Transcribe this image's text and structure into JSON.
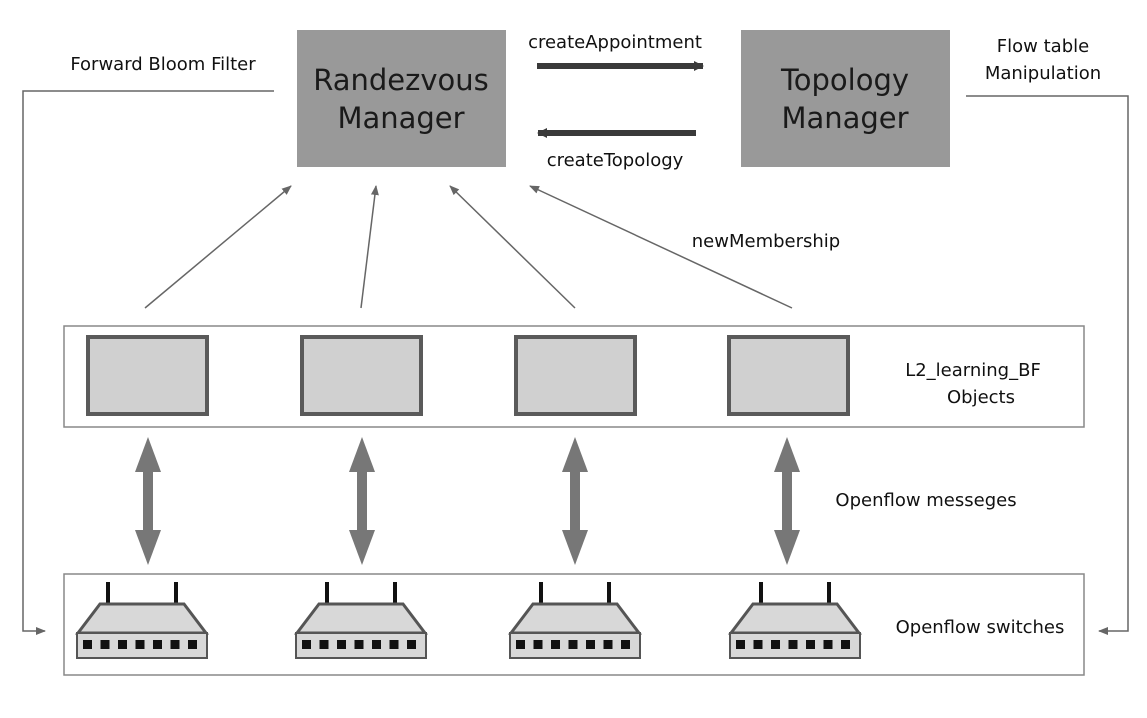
{
  "colors": {
    "manager_fill": "#999999",
    "object_fill": "#d0d0d0",
    "object_border": "#5a5a5a",
    "arrow_dark": "#3a3a3a",
    "arrow_gray": "#777777",
    "container_border": "#888888",
    "switch_body": "#d8d8d8",
    "switch_port": "#111111"
  },
  "nodes": {
    "rendezvous_manager": {
      "line1": "Randezvous",
      "line2": "Manager"
    },
    "topology_manager": {
      "line1": "Topology",
      "line2": "Manager"
    }
  },
  "edge_labels": {
    "create_appointment": "createAppointment",
    "create_topology": "createTopology",
    "new_membership": "newMembership",
    "forward_bloom_filter": "Forward Bloom Filter",
    "flow_table_line1": "Flow table",
    "flow_table_line2": "Manipulation",
    "openflow_messages": "Openflow messeges"
  },
  "layers": {
    "objects_line1": "L2_learning_BF",
    "objects_line2": "Objects",
    "switches": "Openflow switches"
  },
  "object_count": 4,
  "switch_count": 4,
  "icons": {
    "object": "rectangle-object-icon",
    "switch": "router-switch-icon"
  }
}
